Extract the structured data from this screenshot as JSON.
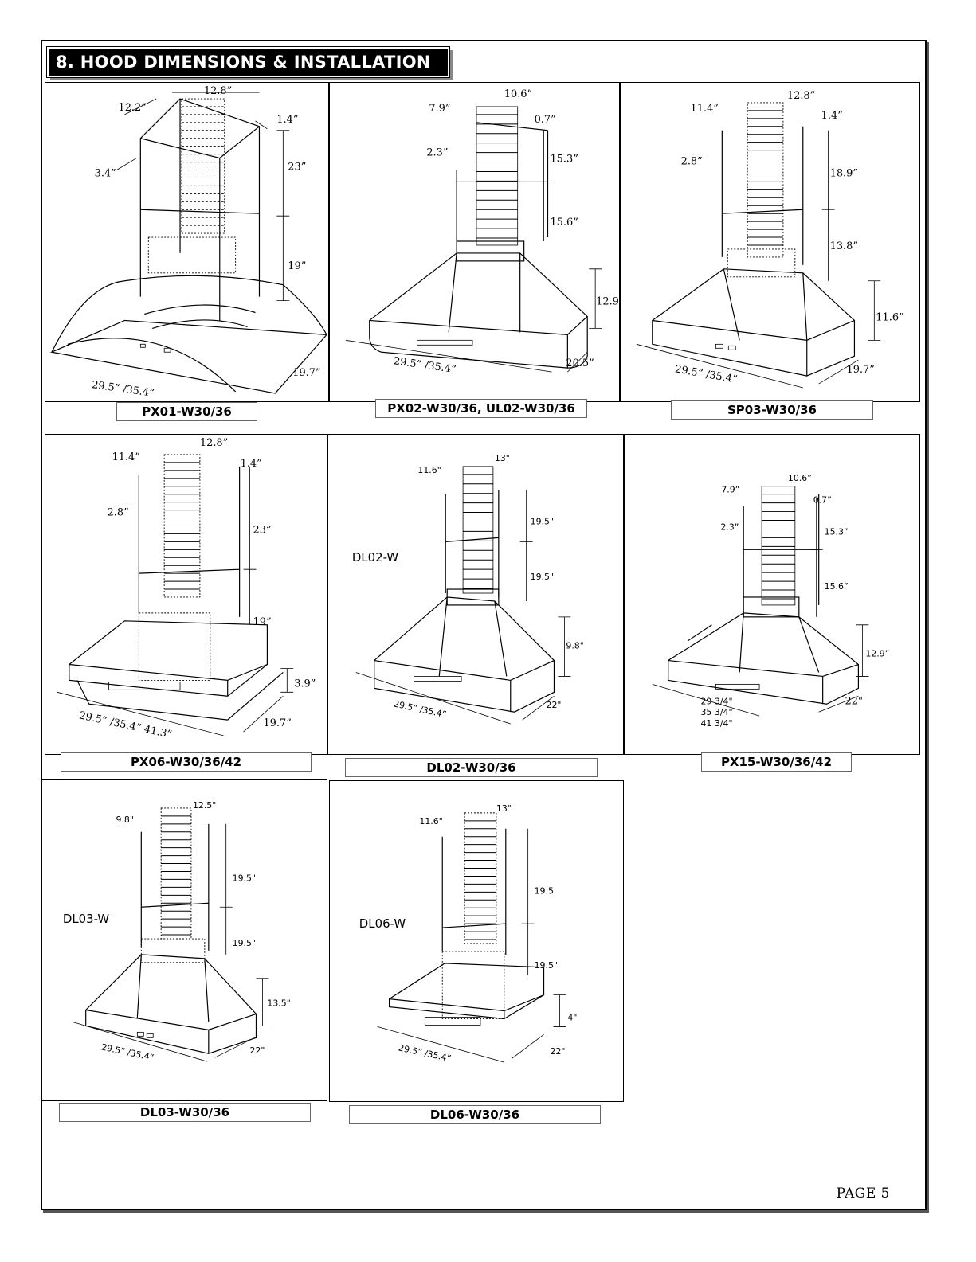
{
  "page": {
    "title": "8. HOOD DIMENSIONS & INSTALLATION OVERVIEW",
    "page_number": "PAGE 5"
  },
  "panels": [
    {
      "model": "PX01-W30/36",
      "dims": {
        "top_width": "12.8”",
        "top_depth": "12.2”",
        "top_edge": "1.4”",
        "bracket": "3.4”",
        "upper_chimney": "23”",
        "lower_chimney": "19”",
        "width": "29.5” /35.4”",
        "depth": "19.7”"
      }
    },
    {
      "model": "PX02-W30/36, UL02-W30/36",
      "dims": {
        "top_width": "10.6”",
        "top_depth": "7.9”",
        "top_edge": "0.7”",
        "bracket": "2.3”",
        "upper_chimney": "15.3”",
        "lower_chimney": "15.6”",
        "canopy": "12.9",
        "width": "29.5” /35.4”",
        "depth": "20.5”"
      }
    },
    {
      "model": "SP03-W30/36",
      "dims": {
        "top_width": "12.8”",
        "top_depth": "11.4”",
        "top_edge": "1.4”",
        "bracket": "2.8”",
        "upper_chimney": "18.9”",
        "lower_chimney": "13.8”",
        "canopy": "11.6”",
        "width": "29.5” /35.4”",
        "depth": "19.7”"
      }
    },
    {
      "model": "PX06-W30/36/42",
      "dims": {
        "top_width": "12.8”",
        "top_depth": "11.4”",
        "top_edge": "1.4”",
        "bracket": "2.8”",
        "upper_chimney": "23”",
        "lower_chimney": "19”",
        "canopy": "3.9”",
        "width": "29.5” /35.4” 41.3”",
        "depth": "19.7”"
      }
    },
    {
      "model": "DL02-W30/36",
      "side_label": "DL02-W",
      "dims": {
        "top_width": "13\"",
        "top_depth": "11.6\"",
        "upper_chimney": "19.5\"",
        "lower_chimney": "19.5\"",
        "canopy": "9.8\"",
        "width": "29.5” /35.4”",
        "depth": "22\""
      }
    },
    {
      "model": "PX15-W30/36/42",
      "dims": {
        "top_width": "10.6”",
        "top_depth": "7.9”",
        "top_edge": "0.7”",
        "bracket": "2.3”",
        "upper_chimney": "15.3”",
        "lower_chimney": "15.6”",
        "canopy": "12.9”",
        "width_1": "29 3/4\"",
        "width_2": "35 3/4\"",
        "width_3": "41 3/4\"",
        "depth": "22\""
      }
    },
    {
      "model": "DL03-W30/36",
      "side_label": "DL03-W",
      "dims": {
        "top_width": "12.5\"",
        "top_depth": "9.8\"",
        "upper_chimney": "19.5\"",
        "lower_chimney": "19.5\"",
        "canopy": "13.5\"",
        "width": "29.5” /35.4”",
        "depth": "22\""
      }
    },
    {
      "model": "DL06-W30/36",
      "side_label": "DL06-W",
      "dims": {
        "top_width": "13\"",
        "top_depth": "11.6\"",
        "upper_chimney": "19.5",
        "lower_chimney": "19.5\"",
        "canopy": "4\"",
        "width": "29.5” /35.4”",
        "depth": "22\""
      }
    }
  ]
}
